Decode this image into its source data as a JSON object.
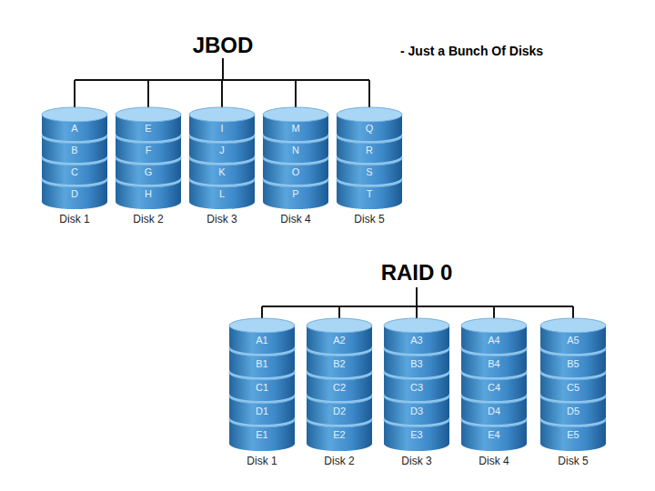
{
  "diagram": {
    "nodes": [
      {
        "text": [
          "A",
          "B",
          "C",
          "D",
          "Disk 1"
        ]
      },
      {
        "text": [
          "E",
          "F",
          "G",
          "H",
          "Disk 2"
        ]
      },
      {
        "text": [
          "I",
          "J",
          "K",
          "L",
          "Disk 3"
        ]
      },
      {
        "text": [
          "M",
          "N",
          "O",
          "P",
          "Disk 4"
        ]
      },
      {
        "text": [
          "Q",
          "R",
          "S",
          "T",
          "Disk 5"
        ]
      },
      {
        "text": [
          "A1",
          "B1",
          "C1",
          "D1",
          "E1",
          "Disk 1"
        ]
      },
      {
        "text": [
          "A2",
          "B2",
          "C2",
          "D2",
          "E2",
          "Disk 2"
        ]
      },
      {
        "text": [
          "A3",
          "B3",
          "C3",
          "D3",
          "E3",
          "Disk 3"
        ]
      },
      {
        "text": [
          "A4",
          "B4",
          "C4",
          "D4",
          "E4",
          "Disk 4"
        ]
      },
      {
        "text": [
          "A5",
          "B5",
          "C5",
          "D5",
          "E5",
          "Disk 5"
        ]
      }
    ],
    "labels": [
      "JBOD",
      "- Just a Bunch Of Disks",
      "RAID 0"
    ]
  }
}
